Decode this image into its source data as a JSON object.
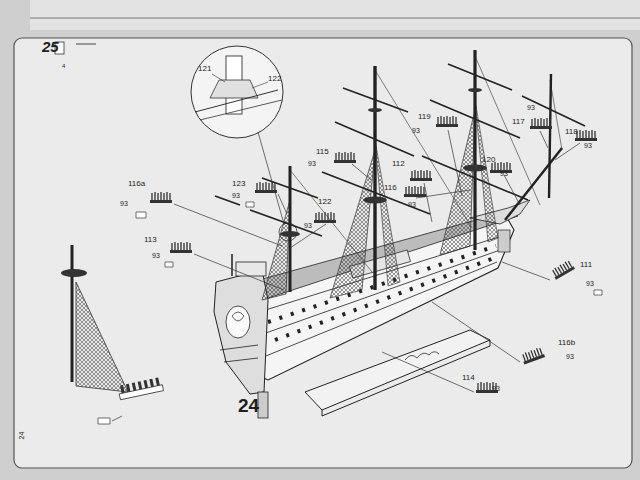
{
  "diagram": {
    "labels": [
      "25",
      "4",
      "121",
      "122",
      "119",
      "93",
      "117",
      "93",
      "118",
      "93",
      "115",
      "93",
      "112",
      "120",
      "93",
      "116a",
      "93",
      "123",
      "93",
      "116",
      "93",
      "122",
      "93",
      "113",
      "93",
      "111",
      "93",
      "116b",
      "93",
      "114",
      "93",
      "24",
      "24"
    ]
  }
}
